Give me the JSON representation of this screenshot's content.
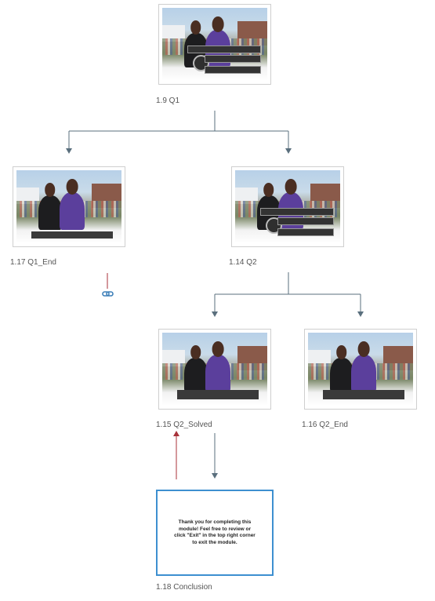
{
  "colors": {
    "connector": "#5a6f7d",
    "back_link": "#a8323a",
    "selected_border": "#3d8fd0",
    "label": "#555555"
  },
  "nodes": [
    {
      "id": "n19",
      "label": "1.9 Q1",
      "thumb": "quiz"
    },
    {
      "id": "n117",
      "label": "1.17 Q1_End",
      "thumb": "caption"
    },
    {
      "id": "n114",
      "label": "1.14 Q2",
      "thumb": "quiz"
    },
    {
      "id": "n115",
      "label": "1.15 Q2_Solved",
      "thumb": "caption"
    },
    {
      "id": "n116",
      "label": "1.16 Q2_End",
      "thumb": "caption"
    },
    {
      "id": "n118",
      "label": "1.18 Conclusion",
      "thumb": "text"
    }
  ],
  "conclusion_text": "Thank you for completing this module! Feel free to review or click \"Exit\" in the top right corner to exit the module.",
  "link_icon": "link-icon"
}
